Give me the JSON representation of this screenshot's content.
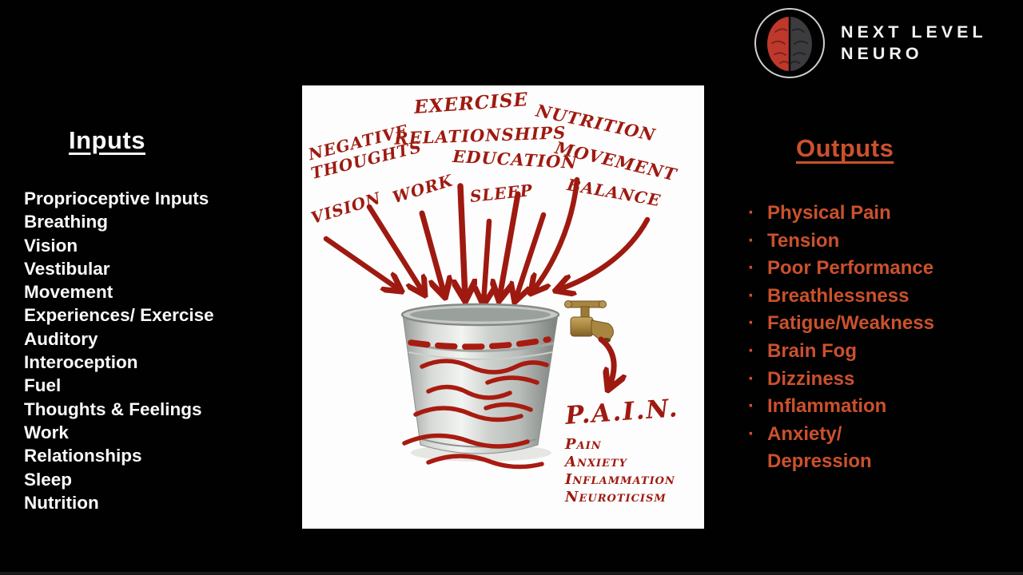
{
  "logo": {
    "line1": "NEXT LEVEL",
    "line2": "NEURO"
  },
  "inputs": {
    "title": "Inputs",
    "items": [
      "Proprioceptive Inputs",
      "Breathing",
      "Vision",
      "Vestibular",
      "Movement",
      "Experiences/ Exercise",
      "Auditory",
      "Interoception",
      "Fuel",
      "Thoughts & Feelings",
      "Work",
      "Relationships",
      "Sleep",
      "Nutrition"
    ]
  },
  "outputs": {
    "title": "Outputs",
    "bullet": "·",
    "items": [
      "Physical Pain",
      "Tension",
      "Poor Performance",
      "Breathlessness",
      "Fatigue/Weakness",
      "Brain Fog",
      "Dizziness",
      "Inflammation",
      "Anxiety/\nDepression"
    ]
  },
  "diagram": {
    "labels": {
      "negative_line1": "NEGATIVE",
      "negative_line2": "THOUGHTS",
      "exercise": "EXERCISE",
      "relationships": "RELATIONSHIPS",
      "nutrition": "NUTRITION",
      "education": "EDUCATION",
      "movement": "MOVEMENT",
      "vision": "VISION",
      "work": "WORK",
      "sleep": "SLEEP",
      "balance": "BALANCE"
    },
    "pain": {
      "acronym": "P.A.I.N.",
      "lines": [
        "Pain",
        "Anxiety",
        "Inflammation",
        "Neuroticism"
      ]
    }
  },
  "colors": {
    "accent_orange": "#cb512d",
    "ink_red": "#9e1a10",
    "slide_bg": "#000000",
    "panel_bg": "#fdfdfd"
  }
}
